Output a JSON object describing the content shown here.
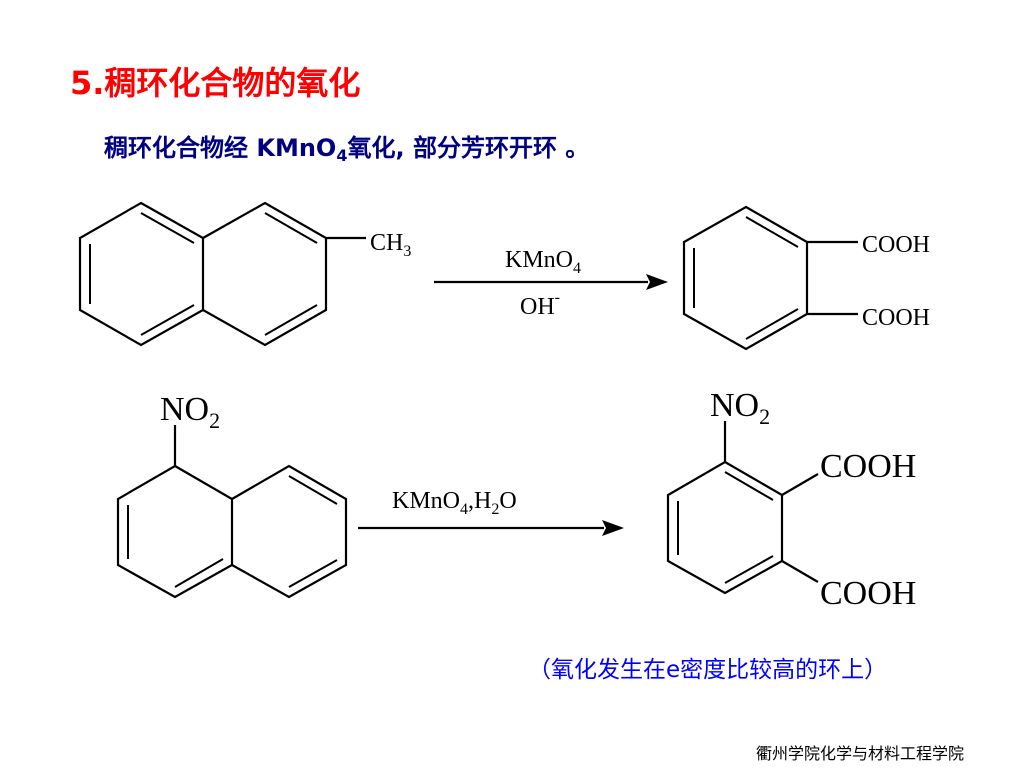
{
  "slide": {
    "title_num": "5.",
    "title_text": "稠环化合物的氧化",
    "subtitle_pre": "稠环化合物经 ",
    "subtitle_reagent": "KMnO",
    "subtitle_reagent_sub": "4",
    "subtitle_post": "氧化, 部分芳环开环 。",
    "note": "（氧化发生在e密度比较高的环上）",
    "footer": "衢州学院化学与材料工程学院"
  },
  "reaction1": {
    "substituent": "CH",
    "substituent_sub": "3",
    "reagent": "KMnO",
    "reagent_sub": "4",
    "condition": "OH",
    "condition_sup": "-",
    "product_group_top": "COOH",
    "product_group_bottom": "COOH"
  },
  "reaction2": {
    "substituent": "NO",
    "substituent_sub": "2",
    "reagent_a": "KMnO",
    "reagent_a_sub": "4",
    "reagent_sep": ",H",
    "reagent_b_sub": "2",
    "reagent_b_tail": "O",
    "product_nitro": "NO",
    "product_nitro_sub": "2",
    "product_group_top": "COOH",
    "product_group_bottom": "COOH"
  }
}
